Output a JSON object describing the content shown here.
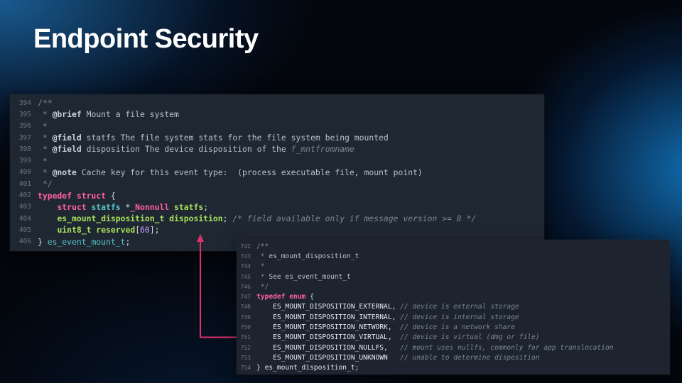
{
  "slide": {
    "title": "Endpoint Security"
  },
  "colors": {
    "keyword": "#ff5fa2",
    "type": "#57c4c8",
    "identifier": "#a7e05a",
    "comment": "#7c8696",
    "arrow": "#e0306a"
  },
  "panel_struct": {
    "lines": [
      {
        "n": "394",
        "parts": [
          {
            "t": "/**",
            "c": "cm"
          }
        ]
      },
      {
        "n": "395",
        "parts": [
          {
            "t": " * ",
            "c": "cm"
          },
          {
            "t": "@brief",
            "c": "tag"
          },
          {
            "t": " Mount a file system",
            "c": "code"
          }
        ]
      },
      {
        "n": "396",
        "parts": [
          {
            "t": " *",
            "c": "cm"
          }
        ]
      },
      {
        "n": "397",
        "parts": [
          {
            "t": " * ",
            "c": "cm"
          },
          {
            "t": "@field",
            "c": "tag"
          },
          {
            "t": " statfs The file system stats for the file system being mounted",
            "c": "code"
          }
        ]
      },
      {
        "n": "398",
        "parts": [
          {
            "t": " * ",
            "c": "cm"
          },
          {
            "t": "@field",
            "c": "tag"
          },
          {
            "t": " disposition The device disposition of the ",
            "c": "code"
          },
          {
            "t": "f_mntfromname",
            "c": "cmi"
          }
        ]
      },
      {
        "n": "399",
        "parts": [
          {
            "t": " *",
            "c": "cm"
          }
        ]
      },
      {
        "n": "400",
        "parts": [
          {
            "t": " * ",
            "c": "cm"
          },
          {
            "t": "@note",
            "c": "tag"
          },
          {
            "t": " Cache key for this event type:  (process executable file, mount point)",
            "c": "code"
          }
        ]
      },
      {
        "n": "401",
        "parts": [
          {
            "t": " */",
            "c": "cm"
          }
        ]
      },
      {
        "n": "402",
        "parts": [
          {
            "t": "typedef struct",
            "c": "kw"
          },
          {
            "t": " {",
            "c": "pl"
          }
        ]
      },
      {
        "n": "403",
        "parts": [
          {
            "t": "    ",
            "c": "pl"
          },
          {
            "t": "struct",
            "c": "kw"
          },
          {
            "t": " statfs ",
            "c": "tyb"
          },
          {
            "t": "*",
            "c": "pl"
          },
          {
            "t": "_Nonnull",
            "c": "kw"
          },
          {
            "t": " statfs",
            "c": "id"
          },
          {
            "t": ";",
            "c": "pl"
          }
        ]
      },
      {
        "n": "404",
        "parts": [
          {
            "t": "    ",
            "c": "pl"
          },
          {
            "t": "es_mount_disposition_t",
            "c": "id"
          },
          {
            "t": " disposition",
            "c": "id"
          },
          {
            "t": "; ",
            "c": "pl"
          },
          {
            "t": "/* field available only if message version >= 8 */",
            "c": "cmi"
          }
        ]
      },
      {
        "n": "405",
        "parts": [
          {
            "t": "    ",
            "c": "pl"
          },
          {
            "t": "uint8_t",
            "c": "id"
          },
          {
            "t": " reserved",
            "c": "id"
          },
          {
            "t": "[",
            "c": "pl"
          },
          {
            "t": "60",
            "c": "num"
          },
          {
            "t": "];",
            "c": "pl"
          }
        ]
      },
      {
        "n": "406",
        "parts": [
          {
            "t": "} ",
            "c": "pl"
          },
          {
            "t": "es_event_mount_t",
            "c": "ty"
          },
          {
            "t": ";",
            "c": "pl"
          }
        ]
      }
    ]
  },
  "panel_enum": {
    "lines": [
      {
        "n": "742",
        "parts": [
          {
            "t": "/**",
            "c": "cm"
          }
        ]
      },
      {
        "n": "743",
        "parts": [
          {
            "t": " * ",
            "c": "cm"
          },
          {
            "t": "es_mount_disposition_t",
            "c": "code"
          }
        ]
      },
      {
        "n": "744",
        "parts": [
          {
            "t": " *",
            "c": "cm"
          }
        ]
      },
      {
        "n": "745",
        "parts": [
          {
            "t": " * ",
            "c": "cm"
          },
          {
            "t": "See es_event_mount_t",
            "c": "code"
          }
        ]
      },
      {
        "n": "746",
        "parts": [
          {
            "t": " */",
            "c": "cm"
          }
        ]
      },
      {
        "n": "747",
        "parts": [
          {
            "t": "typedef enum",
            "c": "kw"
          },
          {
            "t": " {",
            "c": "pl"
          }
        ]
      },
      {
        "n": "748",
        "parts": [
          {
            "t": "    ES_MOUNT_DISPOSITION_EXTERNAL,",
            "c": "en"
          },
          {
            "t": " // device is external storage",
            "c": "cmi"
          }
        ]
      },
      {
        "n": "749",
        "parts": [
          {
            "t": "    ES_MOUNT_DISPOSITION_INTERNAL,",
            "c": "en"
          },
          {
            "t": " // device is internal storage",
            "c": "cmi"
          }
        ]
      },
      {
        "n": "750",
        "parts": [
          {
            "t": "    ES_MOUNT_DISPOSITION_NETWORK, ",
            "c": "en"
          },
          {
            "t": " // device is a network share",
            "c": "cmi"
          }
        ]
      },
      {
        "n": "751",
        "parts": [
          {
            "t": "    ES_MOUNT_DISPOSITION_VIRTUAL, ",
            "c": "en"
          },
          {
            "t": " // device is virtual (dmg or file)",
            "c": "cmi"
          }
        ]
      },
      {
        "n": "752",
        "parts": [
          {
            "t": "    ES_MOUNT_DISPOSITION_NULLFS,  ",
            "c": "en"
          },
          {
            "t": " // mount uses nullfs, commonly for app translocation",
            "c": "cmi"
          }
        ]
      },
      {
        "n": "753",
        "parts": [
          {
            "t": "    ES_MOUNT_DISPOSITION_UNKNOWN  ",
            "c": "en"
          },
          {
            "t": " // unable to determine disposition",
            "c": "cmi"
          }
        ]
      },
      {
        "n": "754",
        "parts": [
          {
            "t": "} ",
            "c": "pl"
          },
          {
            "t": "es_mount_disposition_t",
            "c": "en"
          },
          {
            "t": ";",
            "c": "pl"
          }
        ]
      }
    ]
  }
}
